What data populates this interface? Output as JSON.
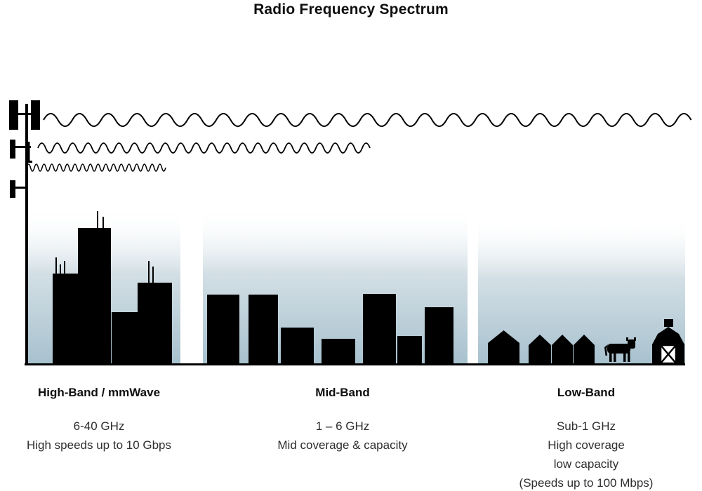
{
  "title": "Radio Frequency Spectrum",
  "bands": [
    {
      "name": "High-Band / mmWave",
      "frequency": "6-40 GHz",
      "lines": [
        "High speeds up to 10 Gbps"
      ]
    },
    {
      "name": "Mid-Band",
      "frequency": "1 – 6 GHz",
      "lines": [
        "Mid coverage & capacity"
      ]
    },
    {
      "name": "Low-Band",
      "frequency": "Sub-1 GHz",
      "lines": [
        "High coverage",
        "low capacity",
        "(Speeds up to 100 Mbps)"
      ]
    }
  ],
  "graphics": [
    "cell-tower",
    "long-wavelength-wave",
    "medium-wavelength-wave",
    "short-wavelength-wave",
    "city-skyline",
    "town-skyline",
    "houses",
    "cow",
    "barn"
  ],
  "colors": {
    "silhouette": "#000000",
    "sky_gradient_bottom": "#a7c1ce",
    "sky_gradient_mid": "#d3dfe5",
    "text": "#2e2e2e"
  }
}
